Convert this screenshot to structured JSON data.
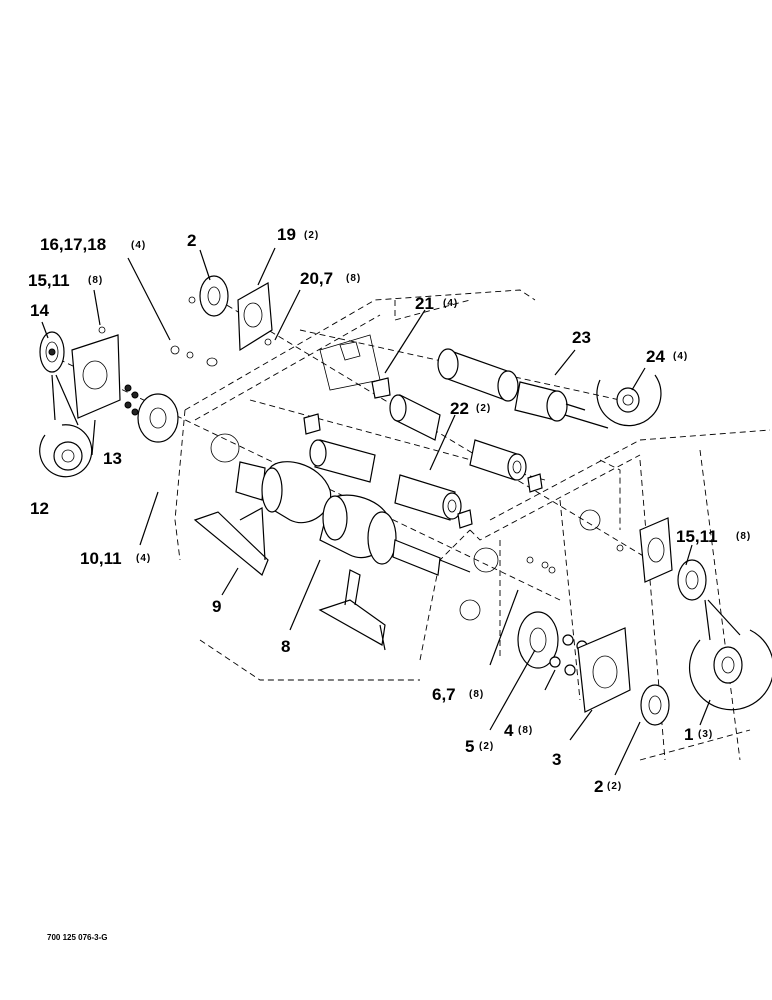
{
  "diagram": {
    "labels": {
      "l1": "1",
      "q1": "(3)",
      "l2a": "2",
      "l2b": "2",
      "q2b": "(2)",
      "l3": "3",
      "l4": "4",
      "q4": "(8)",
      "l5": "5",
      "q5": "(2)",
      "l67": "6,7",
      "q67": "(8)",
      "l8": "8",
      "l9": "9",
      "l1011": "10,11",
      "q1011": "(4)",
      "l12": "12",
      "l13": "13",
      "l14": "14",
      "l1511a": "15,11",
      "q1511a": "(8)",
      "l1511b": "15,11",
      "q1511b": "(8)",
      "l161718": "16,17,18",
      "q161718": "(4)",
      "l19": "19",
      "q19": "(2)",
      "l207": "20,7",
      "q207": "(8)",
      "l21": "21",
      "q21": "(4)",
      "l22": "22",
      "q22": "(2)",
      "l23": "23",
      "l24": "24",
      "q24": "(4)"
    },
    "figure_code": "700 125 076-3-G"
  }
}
